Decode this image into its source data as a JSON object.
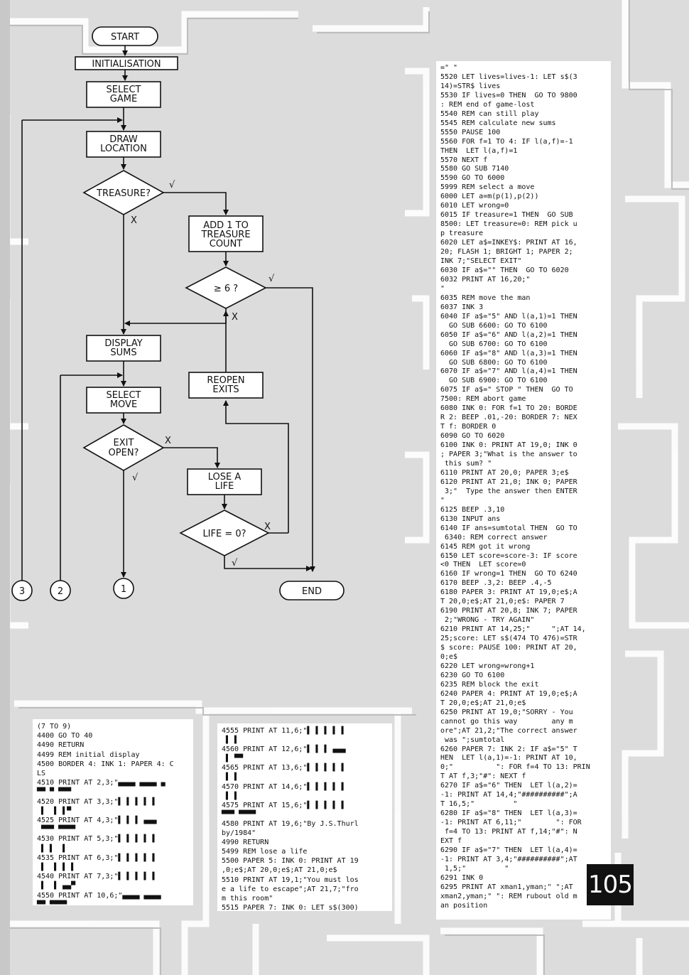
{
  "page_number": "105",
  "flowchart": {
    "start": "START",
    "initialisation": "INITIALISATION",
    "select_game": [
      "SELECT",
      "GAME"
    ],
    "draw_location": [
      "DRAW",
      "LOCATION"
    ],
    "treasure": "TREASURE?",
    "add_treasure": [
      "ADD 1 TO",
      "TREASURE",
      "COUNT"
    ],
    "ge6": "≥ 6 ?",
    "display_sums": [
      "DISPLAY",
      "SUMS"
    ],
    "reopen_exits": [
      "REOPEN",
      "EXITS"
    ],
    "select_move": [
      "SELECT",
      "MOVE"
    ],
    "exit_open": [
      "EXIT",
      "OPEN?"
    ],
    "lose_life": [
      "LOSE A",
      "LIFE"
    ],
    "life_zero": "LIFE = 0?",
    "end": "END",
    "yes_mark": "√",
    "no_mark": "X",
    "connectors": [
      "3",
      "2",
      "1"
    ]
  },
  "listing_bottom_left": [
    "(7 TO 9)",
    "4400 GO TO 40",
    "4490 RETURN",
    "4499 REM initial display",
    "4500 BORDER 4: INK 1: PAPER 4: C",
    "LS",
    "4510 PRINT AT 2,3;\"▄▄▄▄ ▄▄▄▄ ▄",
    "▀▀ ▀ ▀▀▀",
    "4520 PRINT AT 3,3;\"▌ ▌ ▌ ▌ ▌",
    " ▌  ▌ ▌▀",
    "4525 PRINT AT 4,3;\"▌ ▌ ▌ ▄▄▄",
    " ▀▀▀ ▀▀▀▀",
    "4530 PRINT AT 5,3;\"▌ ▌ ▌ ▌ ▌",
    " ▌ ▌  ▌",
    "4535 PRINT AT 6,3;\"▌ ▌ ▌ ▌ ▌",
    " ▌  ▌ ▌ ▌",
    "4540 PRINT AT 7,3;\"▌ ▌ ▌ ▌ ▌",
    " ▌  ▌ ▄▄▀",
    "4550 PRINT AT 10,6;\"▄▄▄▄ ▄▄▄▄",
    "▀▀ ▀▀▀▀"
  ],
  "listing_bottom_middle": [
    "4555 PRINT AT 11,6;\"▌ ▌ ▌ ▌ ▌",
    " ▌ ▌",
    "4560 PRINT AT 12,6;\"▌ ▌ ▌ ▄▄▄",
    " ▌ ▀▀",
    "4565 PRINT AT 13,6;\"▌ ▌ ▌ ▌ ▌",
    " ▌ ▌",
    "4570 PRINT AT 14,6;\"▌ ▌ ▌ ▌ ▌",
    " ▌ ▌",
    "4575 PRINT AT 15,6;\"▌ ▌ ▌ ▌ ▌",
    "▀▀▀ ▀▀▀▀",
    "4580 PRINT AT 19,6;\"By J.S.Thurl",
    "by/1984\"",
    "4990 RETURN",
    "5499 REM lose a life",
    "5500 PAPER 5: INK 0: PRINT AT 19",
    ",0;e$;AT 20,0;e$;AT 21,0;e$",
    "5510 PRINT AT 19,1;\"You must los",
    "e a life to escape\";AT 21,7;\"fro",
    "m this room\"",
    "5515 PAPER 7: INK 0: LET s$(300)"
  ],
  "listing_right": [
    "=\" \"",
    "5520 LET lives=lives-1: LET s$(3",
    "14)=STR$ lives",
    "5530 IF lives=0 THEN  GO TO 9800",
    ": REM end of game-lost",
    "5540 REM can still play",
    "5545 REM calculate new sums",
    "5550 PAUSE 100",
    "5560 FOR f=1 TO 4: IF l(a,f)=-1",
    "THEN  LET l(a,f)=1",
    "5570 NEXT f",
    "5580 GO SUB 7140",
    "5590 GO TO 6000",
    "5999 REM select a move",
    "6000 LET a=m(p(1),p(2))",
    "6010 LET wrong=0",
    "6015 IF treasure=1 THEN  GO SUB",
    "8500: LET treasure=0: REM pick u",
    "p treasure",
    "6020 LET a$=INKEY$: PRINT AT 16,",
    "20; FLASH 1; BRIGHT 1; PAPER 2;",
    "INK 7;\"SELECT EXIT\"",
    "6030 IF a$=\"\" THEN  GO TO 6020",
    "6032 PRINT AT 16,20;\"",
    "\"",
    "6035 REM move the man",
    "6037 INK 3",
    "6040 IF a$=\"5\" AND l(a,1)=1 THEN",
    "  GO SUB 6600: GO TO 6100",
    "6050 IF a$=\"6\" AND l(a,2)=1 THEN",
    "  GO SUB 6700: GO TO 6100",
    "6060 IF a$=\"8\" AND l(a,3)=1 THEN",
    "  GO SUB 6800: GO TO 6100",
    "6070 IF a$=\"7\" AND l(a,4)=1 THEN",
    "  GO SUB 6900: GO TO 6100",
    "6075 IF a$=\" STOP \" THEN  GO TO",
    "7500: REM abort game",
    "6080 INK 0: FOR f=1 TO 20: BORDE",
    "R 2: BEEP .01,-20: BORDER 7: NEX",
    "T f: BORDER 0",
    "6090 GO TO 6020",
    "6100 INK 0: PRINT AT 19,0; INK 0",
    "; PAPER 3;\"What is the answer to",
    " this sum? \"",
    "6110 PRINT AT 20,0; PAPER 3;e$",
    "6120 PRINT AT 21,0; INK 0; PAPER",
    " 3;\"  Type the answer then ENTER",
    "\"",
    "6125 BEEP .3,10",
    "6130 INPUT ans",
    "6140 IF ans=sumtotal THEN  GO TO",
    " 6340: REM correct answer",
    "6145 REM got it wrong",
    "6150 LET score=score-3: IF score",
    "<0 THEN  LET score=0",
    "6160 IF wrong=1 THEN  GO TO 6240",
    "6170 BEEP .3,2: BEEP .4,-5",
    "6180 PAPER 3: PRINT AT 19,0;e$;A",
    "T 20,0;e$;AT 21,0;e$: PAPER 7",
    "6190 PRINT AT 20,8; INK 7; PAPER",
    " 2;\"WRONG - TRY AGAIN\"",
    "6210 PRINT AT 14,25;\"     \";AT 14,",
    "25;score: LET s$(474 TO 476)=STR",
    "$ score: PAUSE 100: PRINT AT 20,",
    "0;e$",
    "6220 LET wrong=wrong+1",
    "6230 GO TO 6100",
    "6235 REM block the exit",
    "6240 PAPER 4: PRINT AT 19,0;e$;A",
    "T 20,0;e$;AT 21,0;e$",
    "6250 PRINT AT 19,0;\"SORRY - You",
    "cannot go this way        any m",
    "ore\";AT 21,2;\"The correct answer",
    " was \";sumtotal",
    "6260 PAPER 7: INK 2: IF a$=\"5\" T",
    "HEN  LET l(a,1)=-1: PRINT AT 10,",
    "0;\"          \": FOR f=4 TO 13: PRIN",
    "T AT f,3;\"#\": NEXT f",
    "6270 IF a$=\"6\" THEN  LET l(a,2)=",
    "-1: PRINT AT 14,4;\"##########\";A",
    "T 16,5;\"         \"",
    "6280 IF a$=\"8\" THEN  LET l(a,3)=",
    "-1: PRINT AT 6,11;\"        \": FOR",
    " f=4 TO 13: PRINT AT f,14;\"#\": N",
    "EXT f",
    "6290 IF a$=\"7\" THEN  LET l(a,4)=",
    "-1: PRINT AT 3,4;\"##########\";AT",
    " 1,5;\"         \"",
    "6291 INK 0",
    "6295 PRINT AT xman1,yman;\" \";AT",
    "xman2,yman;\" \": REM rubout old m",
    "an position"
  ]
}
